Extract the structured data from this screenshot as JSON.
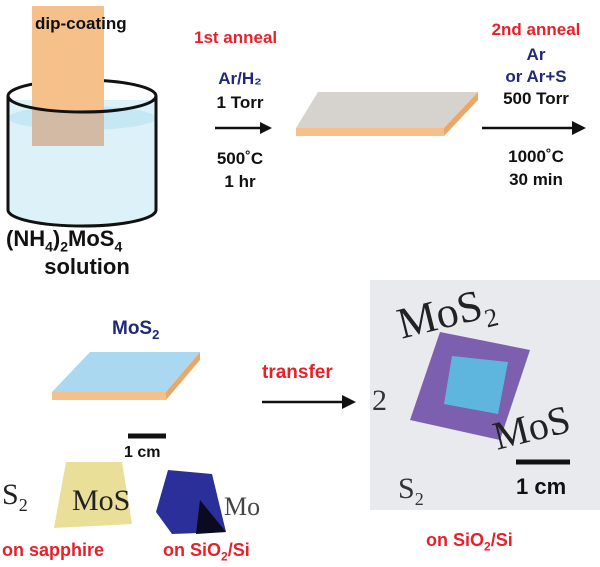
{
  "diagram": {
    "colors": {
      "accent_red": "#e8202a",
      "navy": "#1e2a78",
      "substrate_orange": "#f5c08a",
      "film_grey": "#d6d2cd",
      "film_blue": "#a9d8f0",
      "solution_blue": "#dcf1f8"
    },
    "dip": {
      "label": "dip-coating",
      "solution_line1_sub": "(NH",
      "solution_line1_s1": "4",
      "solution_line1_mid": ")",
      "solution_line1_s2": "2",
      "solution_line1_mo": "MoS",
      "solution_line1_s3": "4",
      "solution_line2": "solution"
    },
    "anneal1": {
      "title": "1st anneal",
      "gas": "Ar/H₂",
      "pressure": "1 Torr",
      "temp_num": "500",
      "temp_unit": "˚C",
      "time": "1 hr"
    },
    "anneal2": {
      "title": "2nd anneal",
      "gas1": "Ar",
      "gas2": "or Ar+S",
      "pressure": "500 Torr",
      "temp_num": "1000",
      "temp_unit": "˚C",
      "time": "30 min"
    },
    "product": {
      "label_main": "MoS",
      "label_sub": "2",
      "scale": "1 cm",
      "photo_left_text1": "S",
      "photo_left_text1_sub": "2",
      "photo_left_text2": "MoS",
      "photo_right_text": "Mo",
      "caption_left": "on sapphire",
      "caption_right_main": "on SiO",
      "caption_right_sub": "2",
      "caption_right_tail": "/Si"
    },
    "transfer": {
      "label": "transfer"
    },
    "photo_big": {
      "text_top": "MoS",
      "text_top_sub": "2",
      "text_mid": "MoS",
      "text_left": "2",
      "text_bottom": "S",
      "text_bottom_sub": "2",
      "scale": "1 cm",
      "caption_main": "on SiO",
      "caption_sub": "2",
      "caption_tail": "/Si"
    }
  }
}
